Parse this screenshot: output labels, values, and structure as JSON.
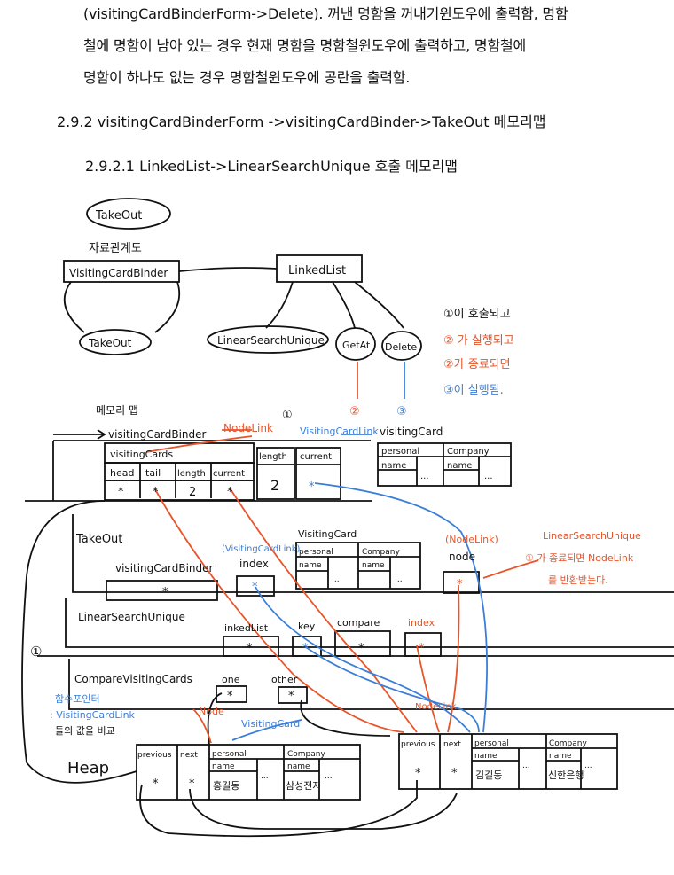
{
  "paragraph": {
    "lines": [
      "(visitingCardBinderForm->Delete). 꺼낸 명함을 꺼내기윈도우에 출력함, 명함",
      "철에 명함이 남아 있는 경우 현재 명함을 명함철윈도우에 출력하고, 명함철에",
      "명함이 하나도 없는 경우 명함철윈도우에 공란을 출력함."
    ]
  },
  "section": {
    "heading": "2.9.2 visitingCardBinderForm ->visitingCardBinder->TakeOut 메모리맵",
    "subheading": "2.9.2.1 LinkedList->LinearSearchUnique 호출 메모리맵"
  },
  "diagram": {
    "title_node": "TakeOut",
    "structure_label": "자료관계도",
    "binder_box": "VisitingCardBinder",
    "linkedlist_box": "LinkedList",
    "func_takeout": "TakeOut",
    "func_lsu": "LinearSearchUnique",
    "func_getat": "GetAt",
    "func_delete": "Delete",
    "legend": [
      "①이 호출되고",
      "② 가 실행되고",
      "②가 종료되면",
      "③이 실행됨."
    ],
    "call_marks": [
      "①",
      "②",
      "③"
    ],
    "memory_map_label": "메모리 맵",
    "top_visitingCardBinder": "visitingCardBinder",
    "nodelink_label": "NodeLink",
    "visitingcardlink_label": "VisitingCardLink",
    "visitingcard_label": "visitingCard",
    "visitingCards_label": "visitingCards",
    "binder_fields": [
      "head",
      "tail",
      "length",
      "current"
    ],
    "binder_values": [
      "*",
      "*",
      "2",
      "*"
    ],
    "length_label": "length",
    "length_value": "2",
    "current_label": "current",
    "vc_fields": [
      "personal",
      "Company"
    ],
    "vc_subfields": [
      "name",
      "name"
    ],
    "ellipsis": "...",
    "takeout_frame": "TakeOut",
    "takeout_binder": "visitingCardBinder",
    "takeout_index_type": "(VisitingCardLink)",
    "takeout_index": "index",
    "takeout_vc": "VisitingCard",
    "takeout_node_type": "(NodeLink)",
    "takeout_node": "node",
    "note_lsu": [
      "LinearSearchUnique",
      "① 가 종료되면 NodeLink",
      "를 반환받는다."
    ],
    "lsu_frame": "LinearSearchUnique",
    "lsu_fields": [
      "linkedList",
      "key",
      "compare",
      "index"
    ],
    "loop_mark": "①",
    "cmp_frame": "CompareVisitingCards",
    "cmp_one": "one",
    "cmp_other": "other",
    "cmp_note": [
      "함수포인터",
      ": VisitingCardLink",
      "들의 값을 비교"
    ],
    "heap_label": "Heap",
    "node_label": "Node",
    "heap_visitingcard": "VisitingCard",
    "heap_nodelink": "NodeLink",
    "node_fields": [
      "previous",
      "next"
    ],
    "node1_personal_name": "홍길동",
    "node1_company_name": "삼성전자",
    "node2_personal_name": "김길동",
    "node2_company_name": "신한은행",
    "colors": {
      "orange": "#e8552a",
      "blue": "#3b7ed8",
      "ink": "#111111"
    }
  }
}
